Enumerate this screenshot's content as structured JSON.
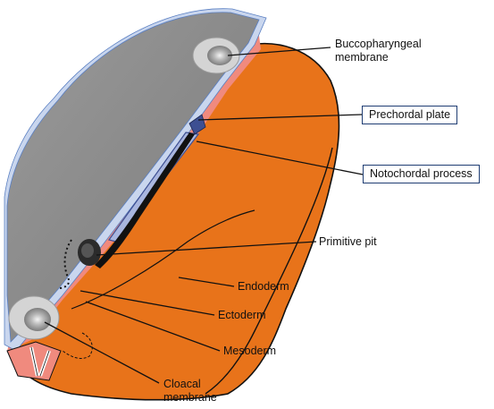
{
  "labels": {
    "buccopharyngeal_line1": "Buccopharyngeal",
    "buccopharyngeal_line2": "membrane",
    "prechordal_plate": "Prechordal plate",
    "notochordal_process": "Notochordal process",
    "primitive_pit": "Primitive pit",
    "endoderm": "Endoderm",
    "ectoderm": "Ectoderm",
    "mesoderm": "Mesoderm",
    "cloacal_line1": "Cloacal",
    "cloacal_line2": "membrane"
  },
  "colors": {
    "ectoderm": "#8c8c8c",
    "endoderm": "#e8731a",
    "mesoderm": "#f08a7e",
    "membrane_border": "#c9d6ee",
    "notochord": "#111111",
    "box_border": "#1f3d73"
  }
}
